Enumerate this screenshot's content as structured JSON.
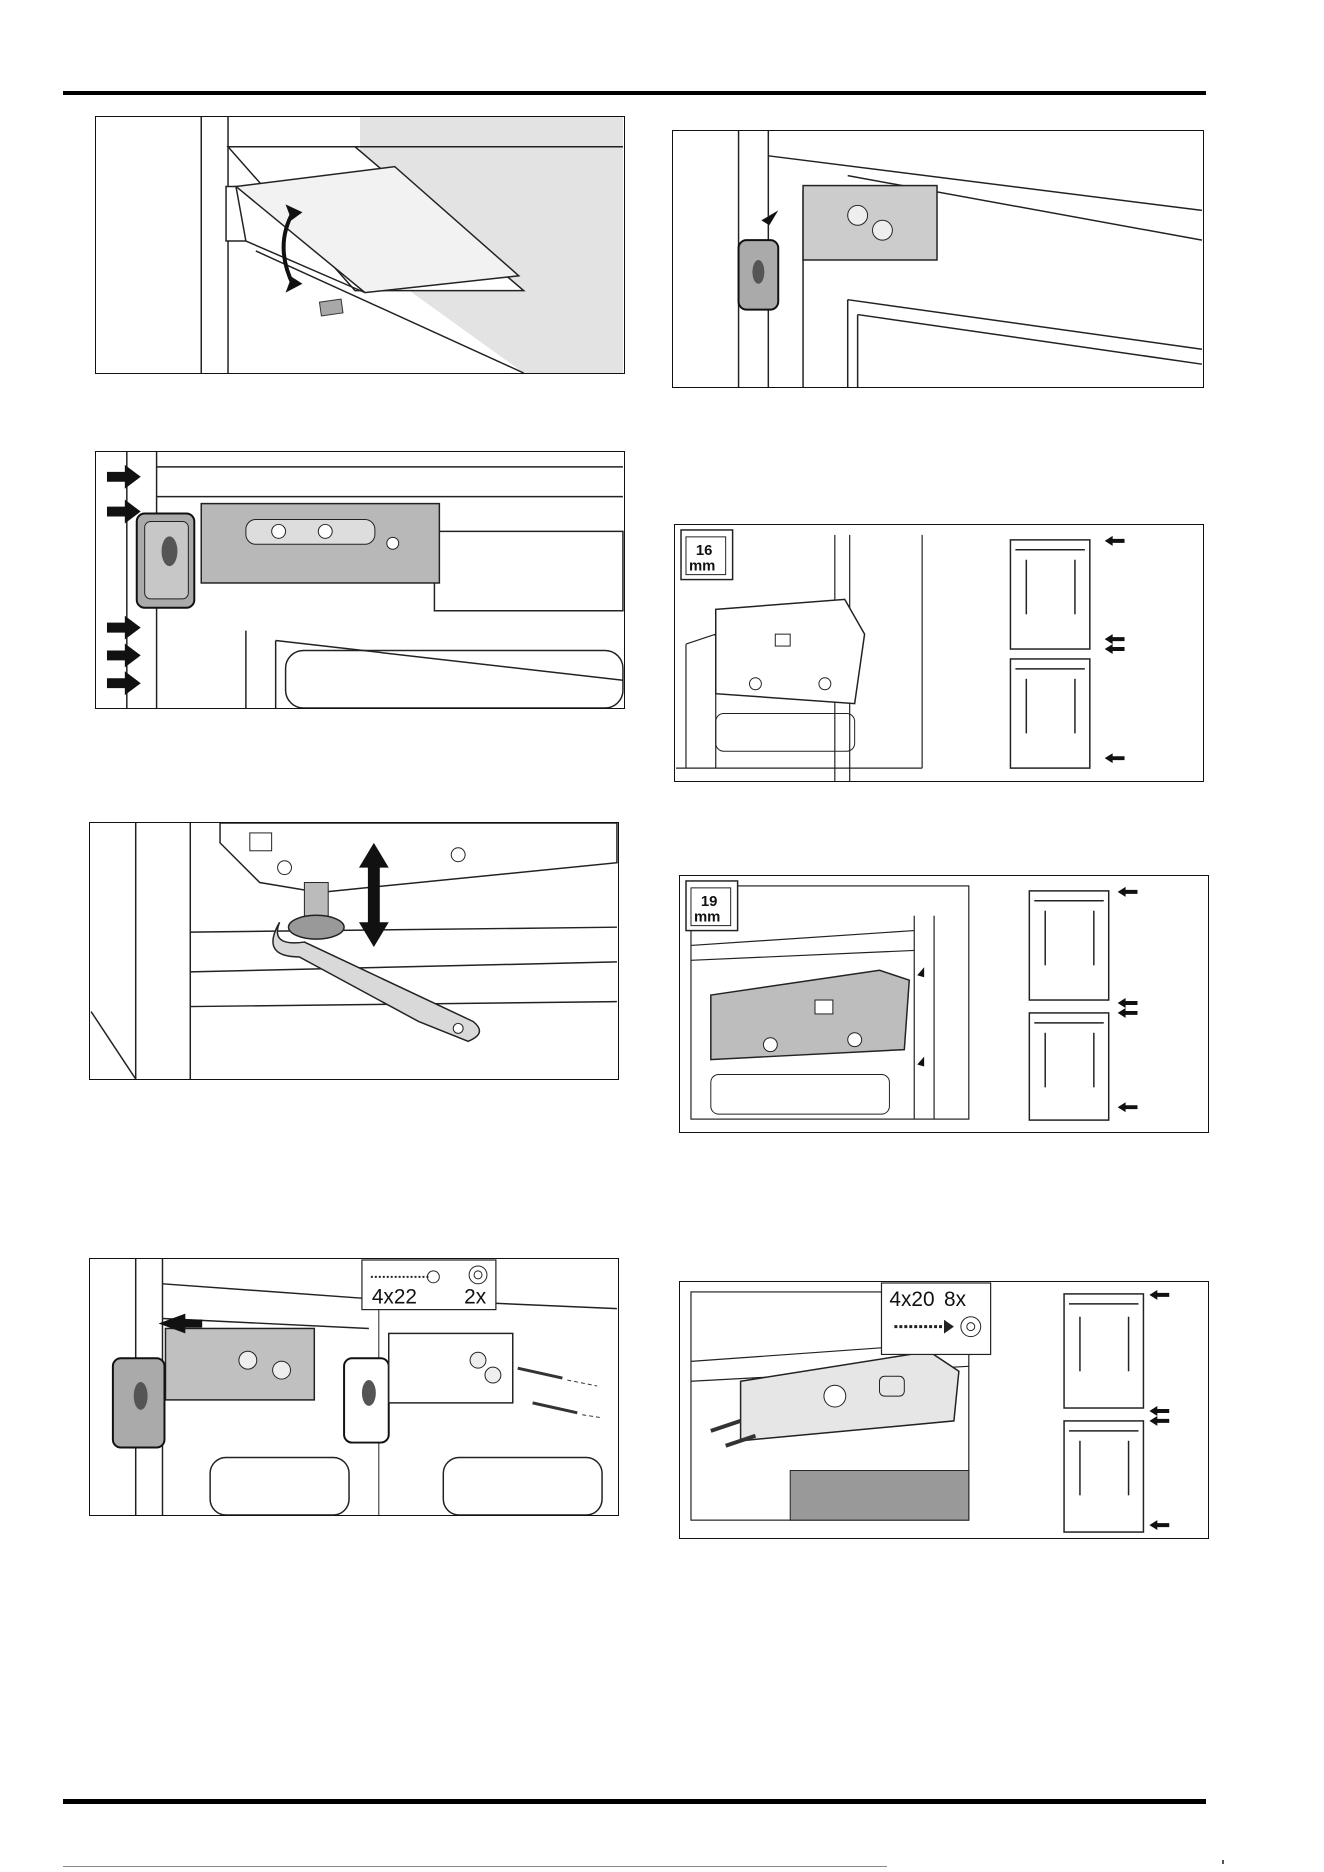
{
  "figures": {
    "fig4": {
      "screw_size": "4x22",
      "quantity": "2x",
      "screw_icon": "screw-icon",
      "bit_icon": "torx-bit-icon"
    },
    "fig6": {
      "thickness_top": "16",
      "thickness_unit": "mm",
      "icon": "panel-thickness-icon"
    },
    "fig7": {
      "thickness_top": "19",
      "thickness_unit": "mm",
      "icon": "panel-thickness-icon"
    },
    "fig8": {
      "screw_size": "4x20",
      "quantity": "8x",
      "screw_icon": "screw-icon",
      "bit_icon": "torx-bit-icon"
    }
  },
  "colors": {
    "rule": "#000000",
    "panel_border": "#111111",
    "hardware_grey": "#9a9a9a",
    "light_grey": "#e6e6e6"
  }
}
